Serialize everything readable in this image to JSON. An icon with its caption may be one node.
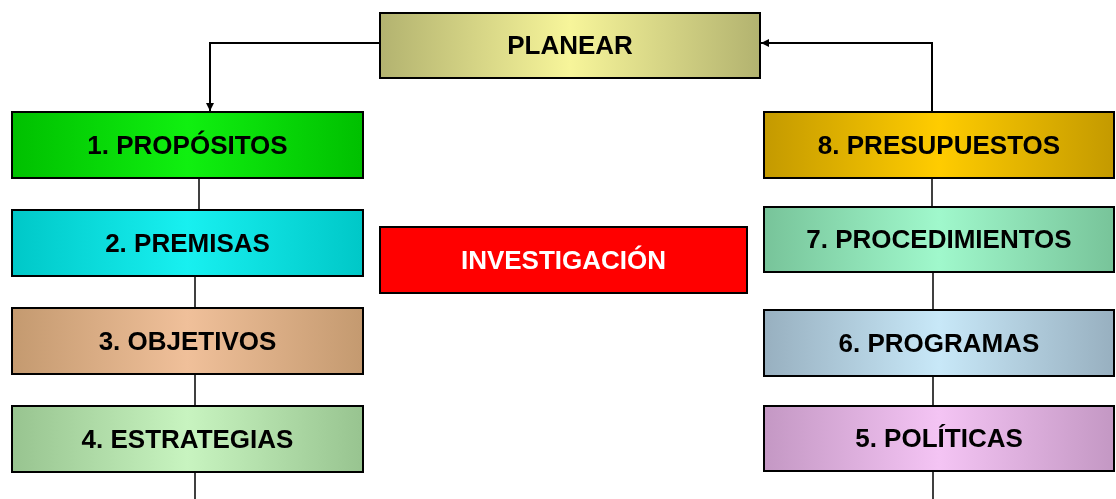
{
  "diagram": {
    "nodes": [
      {
        "text": [
          "PLANEAR"
        ]
      },
      {
        "text": [
          "1. PROPÓSITOS"
        ]
      },
      {
        "text": [
          "2. PREMISAS"
        ]
      },
      {
        "text": [
          "3. OBJETIVOS"
        ]
      },
      {
        "text": [
          "4. ESTRATEGIAS"
        ]
      },
      {
        "text": [
          "INVESTIGACIÓN"
        ]
      },
      {
        "text": [
          "8. PRESUPUESTOS"
        ]
      },
      {
        "text": [
          "7. PROCEDIMIENTOS"
        ]
      },
      {
        "text": [
          "6. PROGRAMAS"
        ]
      },
      {
        "text": [
          "5. POLÍTICAS"
        ]
      }
    ],
    "edges": [
      {
        "from": 0,
        "to": 1,
        "arrow": "to"
      },
      {
        "from": 1,
        "to": 2,
        "arrow": "none"
      },
      {
        "from": 2,
        "to": 3,
        "arrow": "none"
      },
      {
        "from": 3,
        "to": 4,
        "arrow": "none"
      },
      {
        "from": 4,
        "to": null,
        "arrow": "none"
      },
      {
        "from": 6,
        "to": 0,
        "arrow": "to"
      },
      {
        "from": 6,
        "to": 7,
        "arrow": "none"
      },
      {
        "from": 7,
        "to": 8,
        "arrow": "none"
      },
      {
        "from": 8,
        "to": 9,
        "arrow": "none"
      },
      {
        "from": 9,
        "to": null,
        "arrow": "none"
      }
    ]
  }
}
